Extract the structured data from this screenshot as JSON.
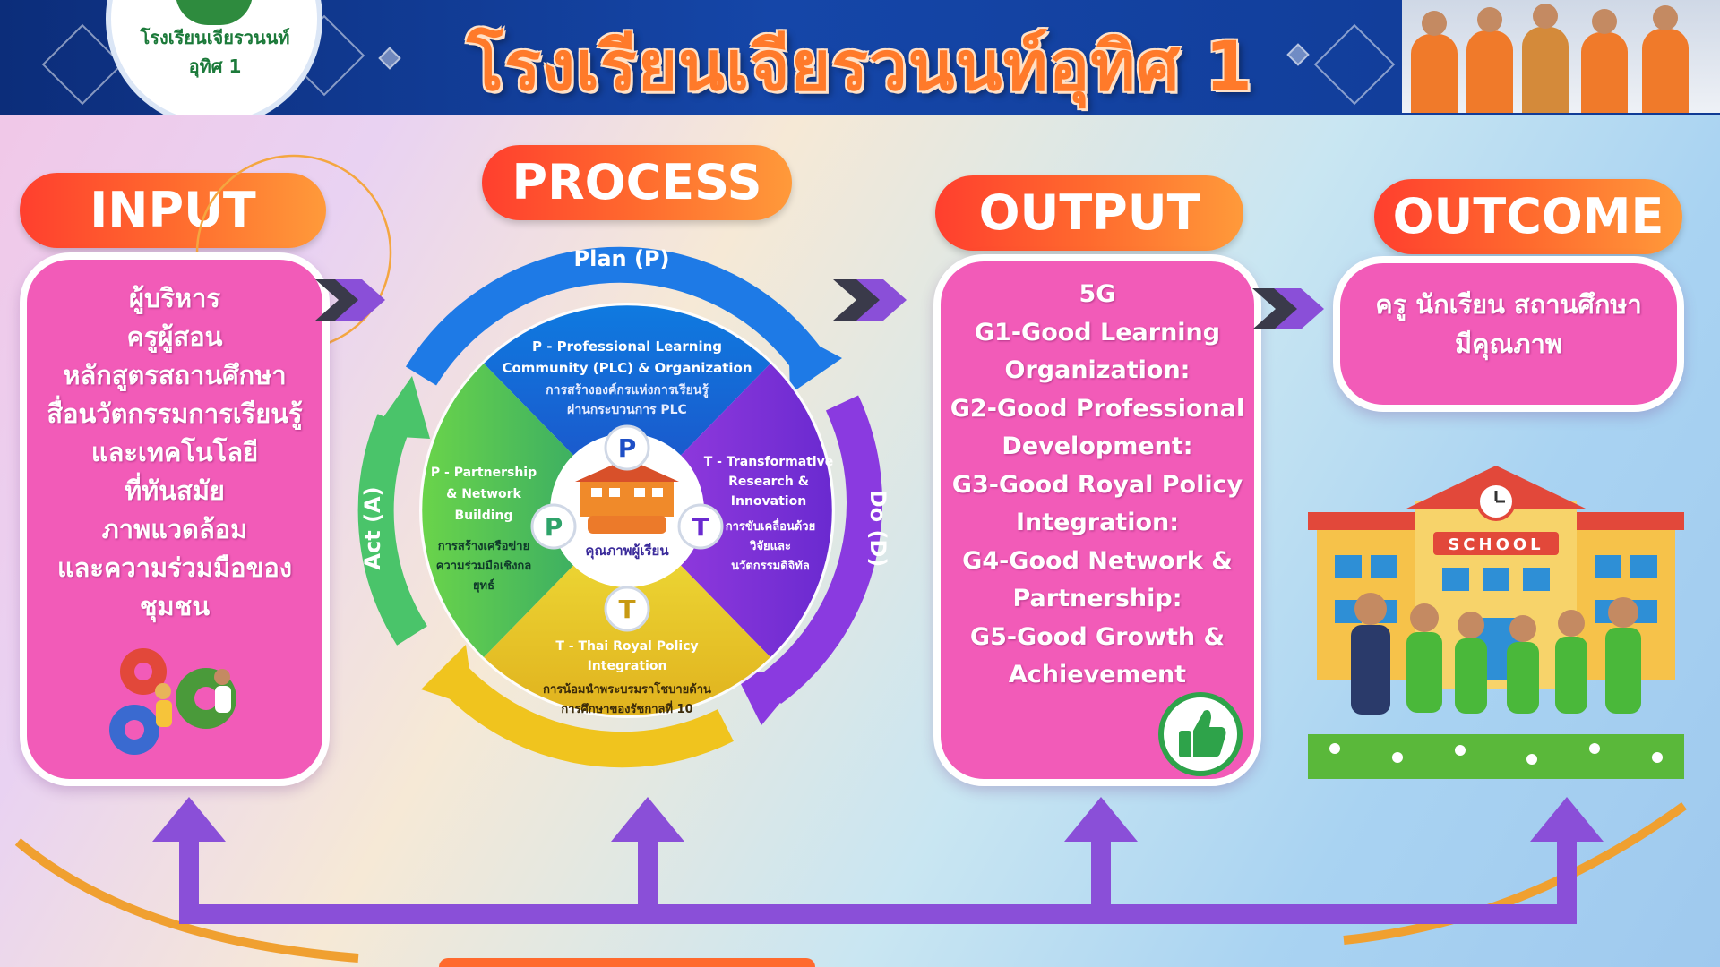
{
  "header": {
    "title": "โรงเรียนเจียรวนนท์อุทิศ 1",
    "logo_text": "โรงเรียนเจียรวนนท์อุทิศ 1"
  },
  "phases": {
    "input": "INPUT",
    "process": "PROCESS",
    "output": "OUTPUT",
    "outcome": "OUTCOME"
  },
  "input_card": {
    "lines": [
      "ผู้บริหาร",
      "ครูผู้สอน",
      "หลักสูตรสถานศึกษา",
      "สื่อนวัตกรรมการเรียนรู้",
      "และเทคโนโลยี",
      "ที่ทันสมัย",
      "ภาพแวดล้อม",
      "และความร่วมมือของ",
      "ชุมชน"
    ]
  },
  "cycle": {
    "plan": "Plan (P)",
    "do": "Do (D)",
    "act": "Act (A)",
    "quadrants": {
      "top": {
        "title1": "P - Professional Learning",
        "title2": "Community (PLC) & Organization",
        "th1": "การสร้างองค์กรแห่งการเรียนรู้",
        "th2": "ผ่านกระบวนการ PLC"
      },
      "left": {
        "title1": "P - Partnership",
        "title2": "& Network",
        "title3": "Building",
        "th1": "การสร้างเครือข่าย",
        "th2": "ความร่วมมือเชิงกล",
        "th3": "ยุทธ์"
      },
      "right": {
        "title1": "T - Transformative",
        "title2": "Research &",
        "title3": "Innovation",
        "th1": "การขับเคลื่อนด้วย",
        "th2": "วิจัยและ",
        "th3": "นวัตกรรมดิจิทัล"
      },
      "bottom": {
        "title1": "T - Thai Royal Policy",
        "title2": "Integration",
        "th1": "การน้อมนำพระบรมราโชบายด้าน",
        "th2": "การศึกษาของรัชกาลที่ 10"
      }
    },
    "badges": {
      "top": "P",
      "left": "P",
      "right": "T",
      "bottom": "T"
    },
    "center_label": "คุณภาพผู้เรียน"
  },
  "output_card": {
    "lines": [
      "5G",
      "G1-Good Learning",
      "Organization:",
      "G2-Good Professional",
      "Development:",
      "G3-Good Royal Policy",
      "Integration:",
      "G4-Good Network &",
      "Partnership:",
      "G5-Good Growth &",
      "Achievement"
    ]
  },
  "outcome_card": {
    "lines": [
      "ครู นักเรียน สถานศึกษา",
      "มีคุณภาพ"
    ]
  },
  "school": {
    "sign": "SCHOOL"
  },
  "colors": {
    "card_pink": "#f25bb8",
    "pill_orange": "#ff5a2e",
    "arrow_purple": "#8a4fd8",
    "header_blue": "#123c96",
    "title_orange": "#ff7a2a"
  },
  "icons": [
    "thumbs-up-icon",
    "gears-people-icon",
    "clock-icon",
    "school-building-icon"
  ]
}
